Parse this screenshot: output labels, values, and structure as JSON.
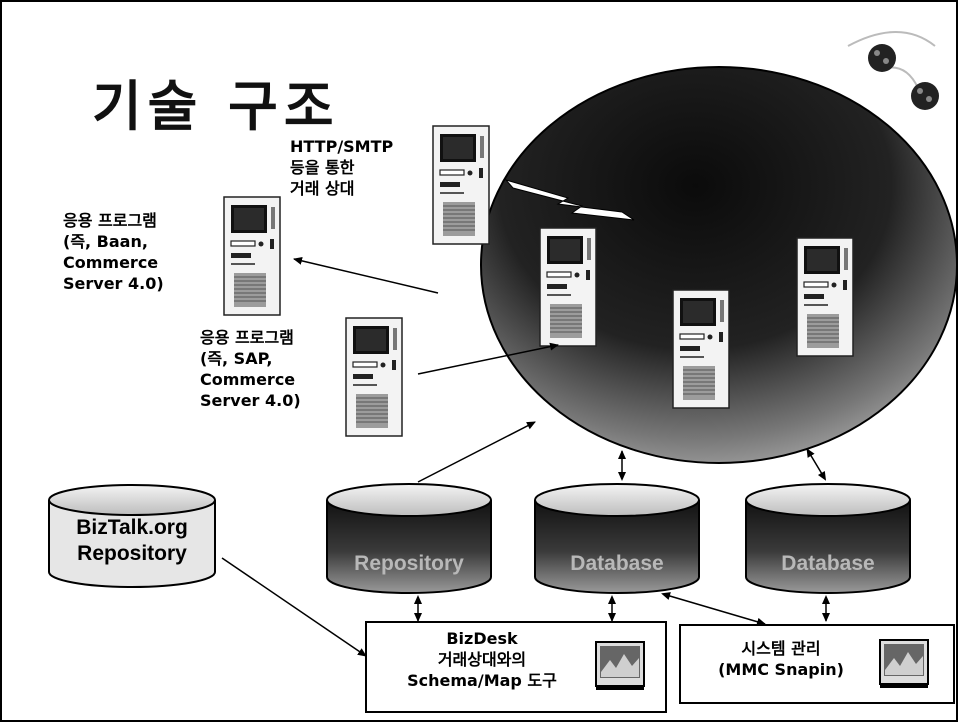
{
  "title": "기술 구조",
  "labels": {
    "partner": "HTTP/SMTP\n등을 통한\n거래 상대",
    "app1": "응용 프로그램\n(즉, Baan,\nCommerce\nServer 4.0)",
    "app2": "응용 프로그램\n(즉, SAP,\nCommerce\nServer 4.0)"
  },
  "databases": {
    "biztalk": "BizTalk.org\nRepository",
    "repository": "Repository",
    "database1": "Database",
    "database2": "Database"
  },
  "boxes": {
    "bizdesk": "BizDesk\n거래상대와의\nSchema/Map 도구",
    "sysadmin": "시스템 관리\n(MMC Snapin)"
  }
}
